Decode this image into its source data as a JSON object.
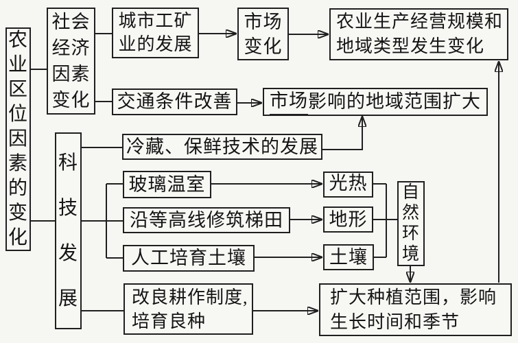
{
  "page": {
    "background": "#f6f6f3"
  },
  "colors": {
    "line": "#1f1f1f",
    "box_border": "#1f1f1f",
    "box_background": "#f7f7f4",
    "text": "#141414"
  },
  "nodes": {
    "root": {
      "label": "农\n业\n区\n位\n因\n素\n的\n变\n化"
    },
    "socio_economic": {
      "label": "社会\n经济\n因素\n变化"
    },
    "city_mining": {
      "label": "城市工矿\n业的发展"
    },
    "market_change": {
      "label": "市场\n变化"
    },
    "agri_outcome": {
      "label": "农业生产经营规模和\n地域类型发生变化"
    },
    "transport": {
      "label": "交通条件改善"
    },
    "market_scope": {
      "underlined": "市场",
      "rest": "影响的地域范围扩大"
    },
    "cold_chain": {
      "label": "冷藏、保鲜技术的发展"
    },
    "sci_tech": {
      "label": "科\n技\n发\n展"
    },
    "greenhouse": {
      "label": "玻璃温室"
    },
    "terrace": {
      "label": "沿等高线修筑梯田"
    },
    "soil_cultivation": {
      "label": "人工培育土壤"
    },
    "light_heat": {
      "label": "光热"
    },
    "terrain": {
      "label": "地形"
    },
    "soil": {
      "label": "土壤"
    },
    "natural_env": {
      "label": "自\n然\n环\n境"
    },
    "farming_reform": {
      "label": "改良耕作制度,\n培育良种"
    },
    "expand_planting": {
      "label": "扩大种植范围，影响\n生长时间和季节"
    }
  }
}
